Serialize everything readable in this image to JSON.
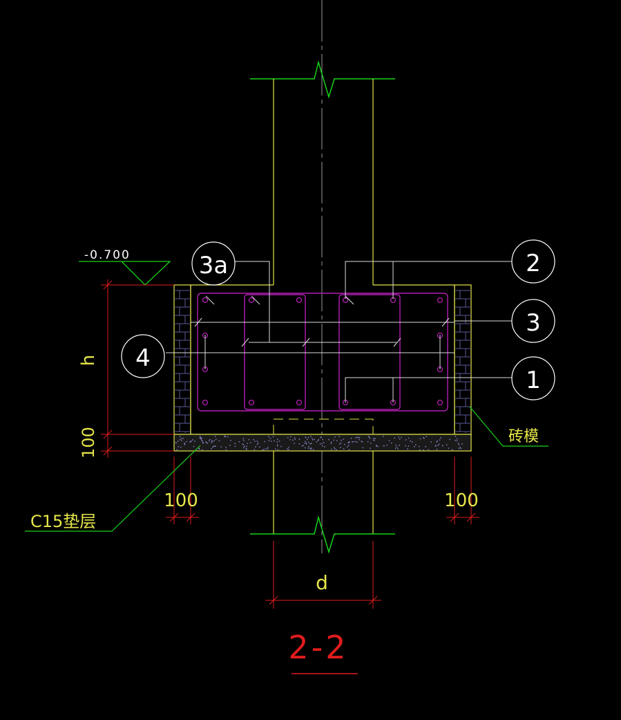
{
  "elevation_label": "-0.700",
  "dimension_h": "h",
  "dimension_100_left_vertical": "100",
  "dimension_100_bottom_left": "100",
  "dimension_100_bottom_right": "100",
  "dimension_d": "d",
  "callouts": {
    "c3a": "3a",
    "c2": "2",
    "c3": "3",
    "c4": "4",
    "c1": "1"
  },
  "label_brick_form": "砖模",
  "label_c15_pad": "C15垫层",
  "section_title": "2-2",
  "colors": {
    "background": "#000000",
    "column_outline": "#e6e64a",
    "break_line": "#19d219",
    "rebar": "#b31fb3",
    "dimension": "#e01c1c",
    "leader": "#ffffff",
    "centerline": "#9a9a9a",
    "yellow_text": "#e6e64a",
    "red_text": "#e01c1c"
  }
}
